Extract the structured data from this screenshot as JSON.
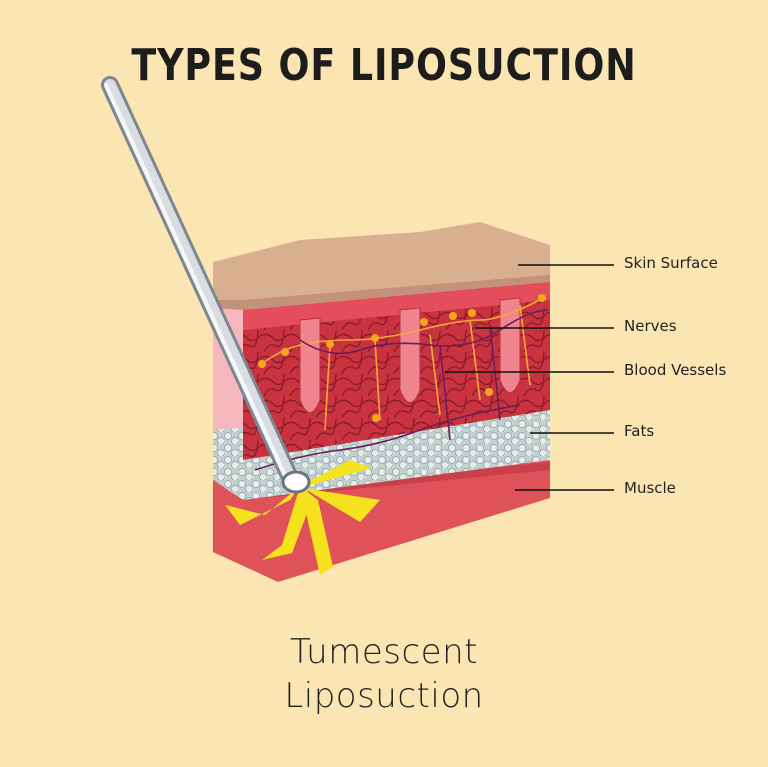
{
  "title": "TYPES OF LIPOSUCTION",
  "labels": {
    "skin_surface": "Skin Surface",
    "nerves": "Nerves",
    "blood_vessels": "Blood Vessels",
    "fats": "Fats",
    "muscle": "Muscle"
  },
  "caption": {
    "line1": "Tumescent",
    "line2": "Liposuction"
  },
  "colors": {
    "background": "#fbe6b3",
    "skin": "#d8b08f",
    "dermis": "#d9434e",
    "fat": "#b9c9c9",
    "muscle": "#e0525a",
    "flash": "#f4e21c"
  }
}
